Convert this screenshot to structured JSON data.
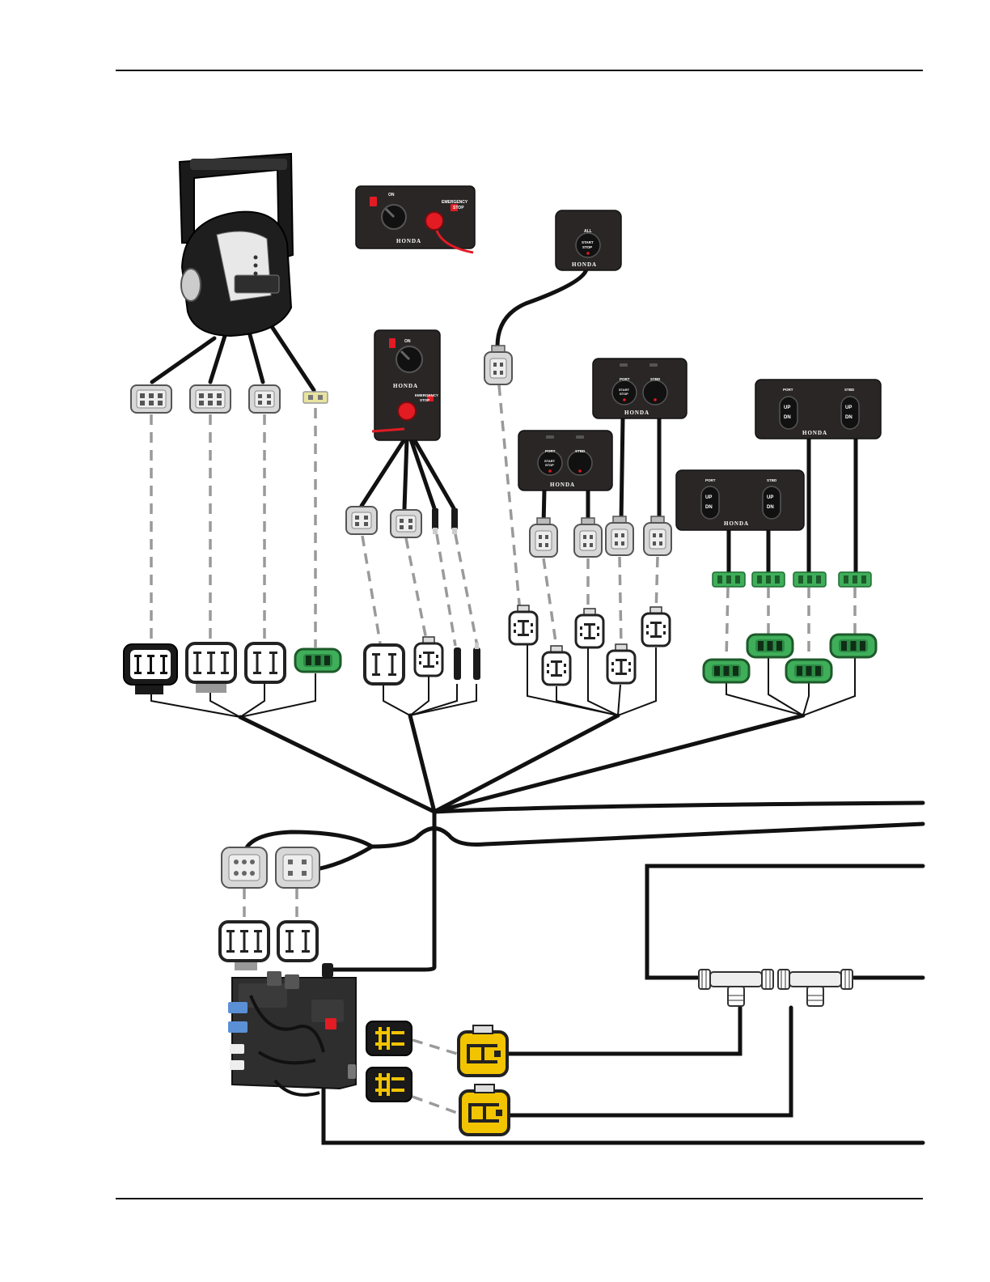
{
  "colors": {
    "wire": "#111111",
    "dashed_link": "#9a9a9a",
    "panel": "#2a2626",
    "gray_connector": "#d8d8d8",
    "green_connector": "#3fae5a",
    "yellow_connector": "#f2c400",
    "yellow_tag": "#e8e4a0",
    "blue_connector": "#5b8fd6",
    "button_red": "#e31b23"
  },
  "panels": {
    "estop_horizontal": {
      "on": "ON",
      "emergency": "EMERGENCY",
      "stop": "STOP",
      "brand": "HONDA"
    },
    "estop_vertical": {
      "on": "ON",
      "brand": "HONDA",
      "emergency": "EMERGENCY",
      "stop": "STOP"
    },
    "all_switch": {
      "all": "ALL",
      "start": "START",
      "stop": "STOP",
      "brand": "HONDA"
    },
    "start_small": {
      "port": "PORT",
      "stbd": "STBD",
      "start": "START",
      "stop": "STOP",
      "brand": "HONDA"
    },
    "start_big": {
      "port": "PORT",
      "stbd": "STBD",
      "start": "START",
      "stop": "STOP",
      "brand": "HONDA"
    },
    "trim_big": {
      "port": "PORT",
      "stbd": "STBD",
      "up": "UP",
      "dn": "DN",
      "brand": "HONDA"
    },
    "trim_small": {
      "port": "PORT",
      "stbd": "STBD",
      "up": "UP",
      "dn": "DN",
      "brand": "HONDA"
    }
  },
  "icons": {
    "remote_control": "binnacle-control-icon",
    "junction_box": "junction-box-icon",
    "nmea_tee": "tee-connector-icon"
  }
}
